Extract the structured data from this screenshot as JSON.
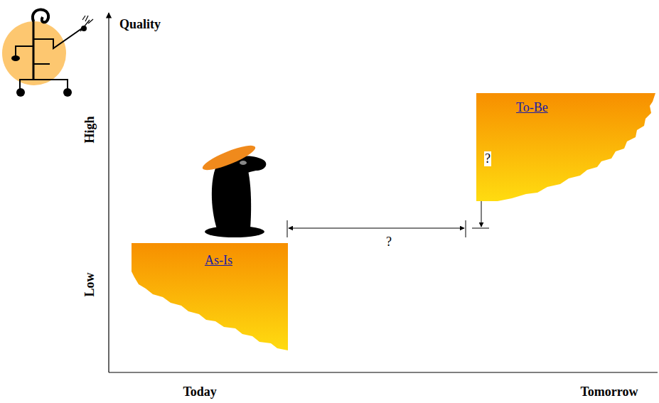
{
  "diagram": {
    "nodes": [
      {
        "text": [
          "As-Is"
        ]
      },
      {
        "text": [
          "To-Be"
        ]
      }
    ],
    "labels": [
      "Quality",
      "High",
      "Low",
      "?",
      "?",
      "Today",
      "Tomorrow"
    ]
  }
}
